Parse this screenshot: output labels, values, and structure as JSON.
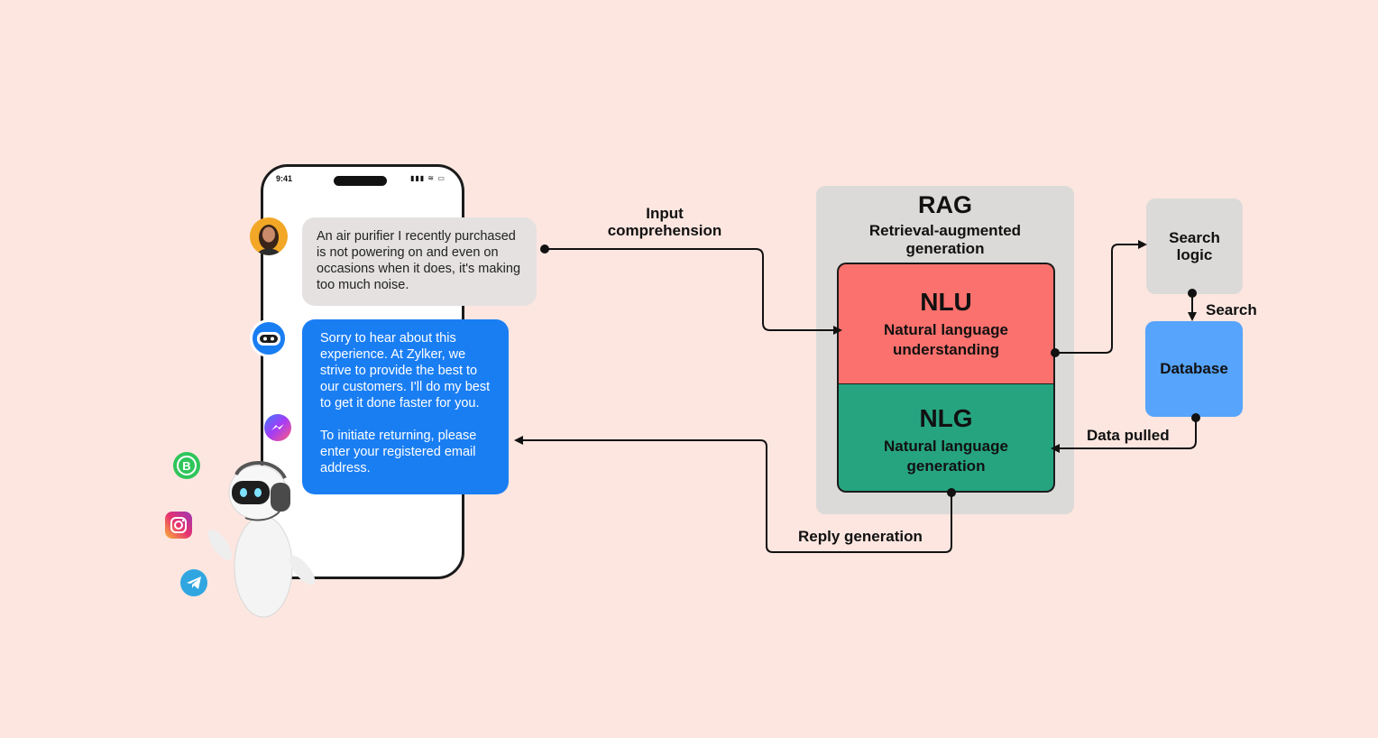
{
  "phone": {
    "time": "9:41",
    "status_icons": "▮▮▮ ≋ ▭",
    "user_message": "An air purifier I recently purchased is not powering on and even on occasions when it does, it's making too much noise.",
    "bot_message_1": "Sorry to hear about this experience. At Zylker, we strive to provide the best to our customers. I'll do my best to get it done faster for you.",
    "bot_message_2": "To initiate returning, please enter your registered email address."
  },
  "channels": [
    "whatsapp-business-icon",
    "instagram-icon",
    "telegram-icon",
    "messenger-icon"
  ],
  "diagram": {
    "rag_title": "RAG",
    "rag_subtitle_1": "Retrieval-augmented",
    "rag_subtitle_2": "generation",
    "nlu_title": "NLU",
    "nlu_sub_1": "Natural language",
    "nlu_sub_2": "understanding",
    "nlg_title": "NLG",
    "nlg_sub_1": "Natural language",
    "nlg_sub_2": "generation",
    "search_logic_1": "Search",
    "search_logic_2": "logic",
    "database": "Database",
    "label_input_1": "Input",
    "label_input_2": "comprehension",
    "label_search": "Search",
    "label_data_pulled": "Data pulled",
    "label_reply": "Reply generation"
  },
  "colors": {
    "background": "#fde6e0",
    "nlu": "#fb716d",
    "nlg": "#26a480",
    "database": "#56a4fc",
    "bot_bubble": "#1a7ef3",
    "user_bubble": "#e4e1e0",
    "panel": "#dcdad8"
  }
}
